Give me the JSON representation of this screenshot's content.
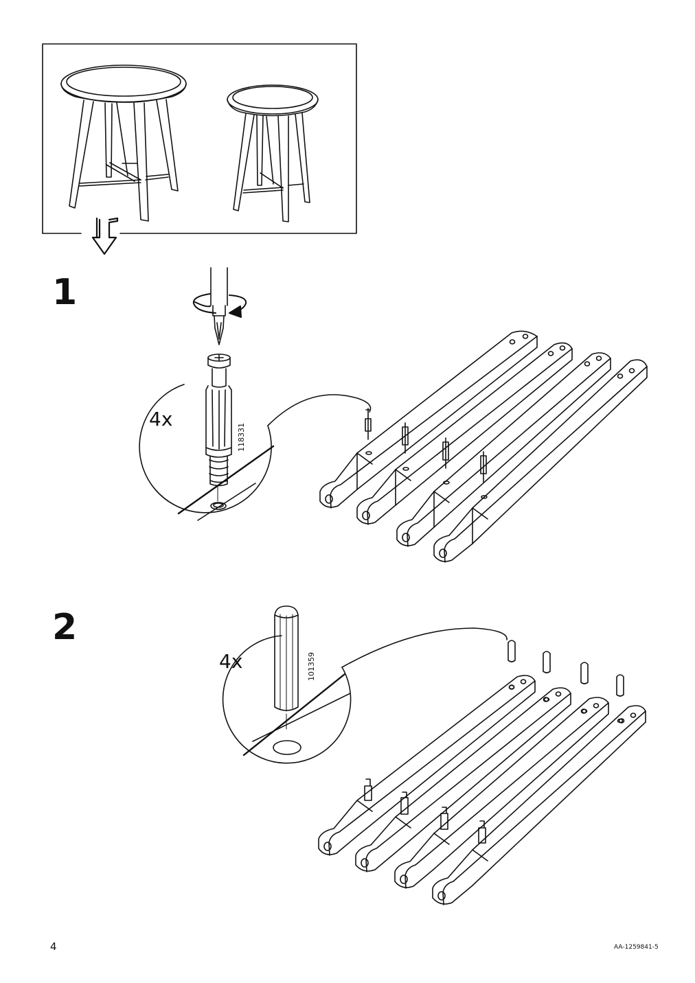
{
  "overview": {
    "product_count": 2
  },
  "steps": [
    {
      "number": "1",
      "quantity": "4x",
      "part_number": "118331"
    },
    {
      "number": "2",
      "quantity": "4x",
      "part_number": "101359"
    }
  ],
  "footer": {
    "page_number": "4",
    "doc_code": "AA-1259841-5"
  }
}
